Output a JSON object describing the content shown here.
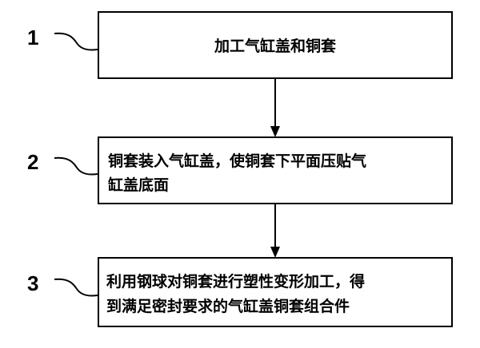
{
  "steps": [
    {
      "number": "1",
      "lines": [
        "加工气缸盖和铜套"
      ]
    },
    {
      "number": "2",
      "lines": [
        "铜套装入气缸盖，使铜套下平面压贴气",
        "缸盖底面"
      ]
    },
    {
      "number": "3",
      "lines": [
        "利用钢球对铜套进行塑性变形加工，得",
        "到满足密封要求的气缸盖铜套组合件"
      ]
    }
  ]
}
